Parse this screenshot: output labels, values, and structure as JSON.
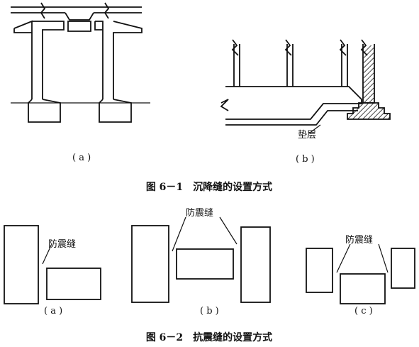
{
  "figure1": {
    "caption": "图 6－1　沉降缝的设置方式",
    "panel_a_label": "( a )",
    "panel_b_label": "( b )",
    "cushion_label": "垫层"
  },
  "figure2": {
    "caption": "图 6－2　抗震缝的设置方式",
    "panel_a_label": "( a )",
    "panel_b_label": "( b )",
    "panel_c_label": "( c )",
    "joint_label": "防震缝"
  },
  "colors": {
    "line": "#111111",
    "background": "#ffffff"
  }
}
